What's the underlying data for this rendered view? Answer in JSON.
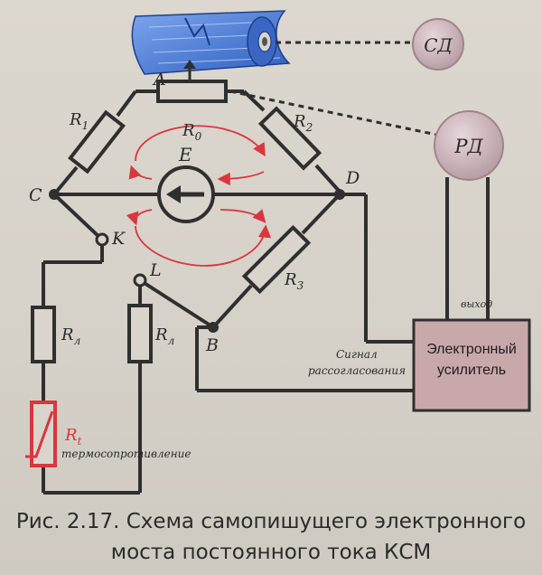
{
  "diagram": {
    "nodes": {
      "A": "A",
      "B": "B",
      "C": "C",
      "D": "D",
      "K": "K",
      "L": "L"
    },
    "resistors": {
      "r1": "R",
      "r1_sub": "1",
      "r2": "R",
      "r2_sub": "2",
      "r3": "R",
      "r3_sub": "3",
      "r0": "R",
      "r0_sub": "0",
      "rl1": "R",
      "rl1_sub": "л",
      "rl2": "R",
      "rl2_sub": "л",
      "rt": "R",
      "rt_sub": "t"
    },
    "source": "E",
    "rt_caption": "термосопротивление",
    "sd": "СД",
    "rd": "РД",
    "amplifier_line1": "Электронный",
    "amplifier_line2": "усилитель",
    "output_label": "выход",
    "signal_line1": "Сигнал",
    "signal_line2": "рассогласования"
  },
  "caption": {
    "line1": "Рис. 2.17. Схема самопишущего электронного",
    "line2": "моста постоянного тока КСМ"
  },
  "colors": {
    "wire": "#2f2f2f",
    "current_arrow": "#d9363e",
    "motor_fill": "#c9b3b9",
    "amplifier_fill": "#c9a8ac",
    "paper_roll": "#4b7fd6",
    "thermistor": "#d9363e"
  }
}
